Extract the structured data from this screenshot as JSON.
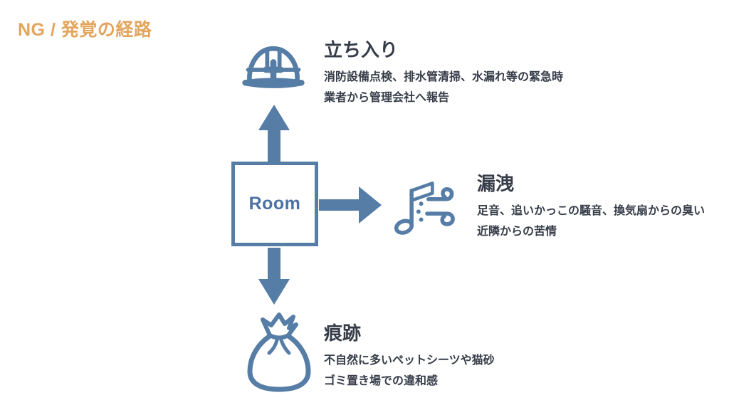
{
  "page": {
    "title": "NG / 発覚の経路"
  },
  "colors": {
    "accent_blue": "#567DA6",
    "room_text_blue": "#4A72A4",
    "title_orange": "#E3A55D",
    "text_dark": "#363D49"
  },
  "diagram": {
    "room_label": "Room",
    "nodes": [
      {
        "id": "entry",
        "icon": "helmet-icon",
        "heading": "立ち入り",
        "lines": [
          "消防設備点検、排水管清掃、水漏れ等の緊急時",
          "業者から管理会社へ報告"
        ]
      },
      {
        "id": "leak",
        "icon": "music-wind-icon",
        "heading": "漏洩",
        "lines": [
          "足音、追いかっこの騒音、換気扇からの臭い",
          "近隣からの苦情"
        ]
      },
      {
        "id": "trace",
        "icon": "trash-bag-icon",
        "heading": "痕跡",
        "lines": [
          "不自然に多いペットシーツや猫砂",
          "ゴミ置き場での違和感"
        ]
      }
    ]
  }
}
